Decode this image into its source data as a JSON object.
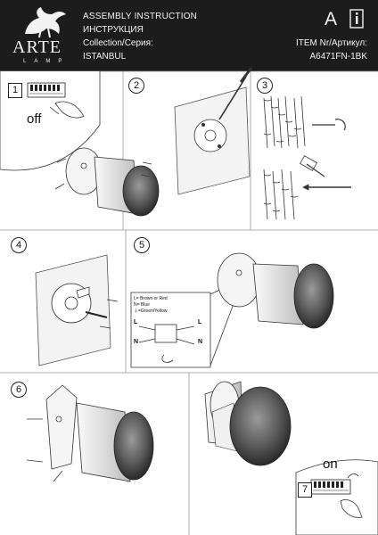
{
  "header": {
    "logo_text": "ARTE",
    "logo_subtext": "LAMP",
    "title_en": "ASSEMBLY INSTRUCTION",
    "title_ru": "ИНСТРУКЦИЯ",
    "collection_label": "Collection/Серия:",
    "collection_value": "ISTANBUL",
    "category_letter": "A",
    "item_label": "ITEM Nr/Артикул:",
    "item_value": "A6471FN-1BK"
  },
  "steps": {
    "step1": {
      "number": "1",
      "state_label": "off"
    },
    "step2": {
      "number": "2"
    },
    "step3": {
      "number": "3"
    },
    "step4": {
      "number": "4"
    },
    "step5": {
      "number": "5",
      "legend": [
        "L= Brown or Red",
        "N= Blue",
        "⏚=Green/Yellow"
      ],
      "terminal_left": [
        "L",
        "N"
      ],
      "terminal_right": [
        "L",
        "N"
      ]
    },
    "step6": {
      "number": "6"
    },
    "step7": {
      "number": "7",
      "state_label": "on"
    }
  }
}
